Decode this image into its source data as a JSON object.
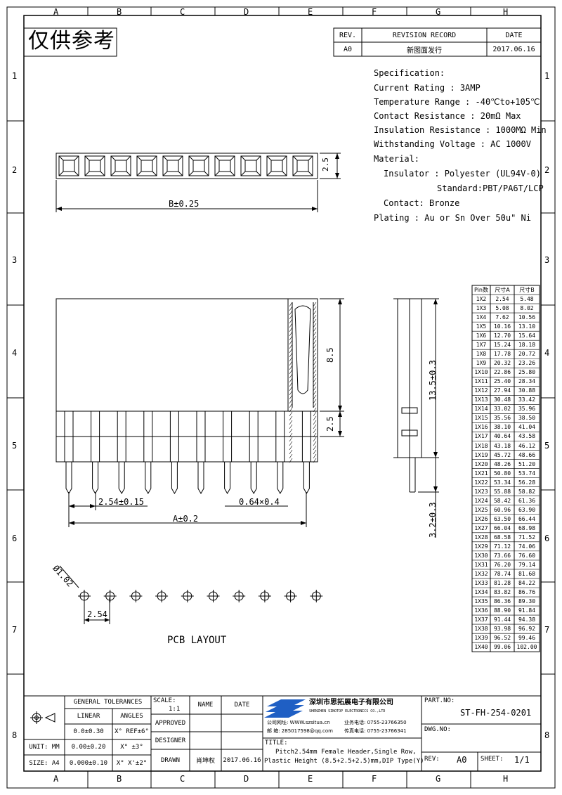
{
  "watermark": "仅供参考",
  "grid": {
    "cols": [
      "A",
      "B",
      "C",
      "D",
      "E",
      "F",
      "G",
      "H"
    ],
    "rows": [
      "1",
      "2",
      "3",
      "4",
      "5",
      "6",
      "7",
      "8"
    ]
  },
  "revision": {
    "rev_header": "REV.",
    "record_header": "REVISION RECORD",
    "date_header": "DATE",
    "rev": "A0",
    "record": "新图面发行",
    "date": "2017.06.16"
  },
  "specification": {
    "lines": [
      "Specification:",
      "Current Rating : 3AMP",
      "Temperature Range : -40℃to+105℃",
      "Contact Resistance : 20mΩ Max",
      "Insulation Resistance : 1000MΩ Min",
      "Withstanding Voltage : AC 1000V",
      "Material:",
      "Insulator : Polyester (UL94V-0)",
      "Standard:PBT/PA6T/LCP",
      "Contact: Bronze",
      "Plating : Au or Sn Over 50u\" Ni"
    ]
  },
  "dimensions": {
    "top_height": "2.5",
    "b_len": "B±0.25",
    "body_height": "8.5",
    "base_height": "2.5",
    "total_height": "13.5±0.3",
    "tail": "3.2±0.3",
    "pitch": "2.54±0.15",
    "pin_size": "0.64×0.4",
    "a_len": "A±0.2",
    "hole": "Ø1.02",
    "pcb_pitch": "2.54",
    "pcb_label": "PCB LAYOUT"
  },
  "pin_table": {
    "headers": [
      "Pin数",
      "尺寸A",
      "尺寸B"
    ],
    "rows": [
      [
        "1X2",
        "2.54",
        "5.48"
      ],
      [
        "1X3",
        "5.08",
        "8.02"
      ],
      [
        "1X4",
        "7.62",
        "10.56"
      ],
      [
        "1X5",
        "10.16",
        "13.10"
      ],
      [
        "1X6",
        "12.70",
        "15.64"
      ],
      [
        "1X7",
        "15.24",
        "18.18"
      ],
      [
        "1X8",
        "17.78",
        "20.72"
      ],
      [
        "1X9",
        "20.32",
        "23.26"
      ],
      [
        "1X10",
        "22.86",
        "25.80"
      ],
      [
        "1X11",
        "25.40",
        "28.34"
      ],
      [
        "1X12",
        "27.94",
        "30.88"
      ],
      [
        "1X13",
        "30.48",
        "33.42"
      ],
      [
        "1X14",
        "33.02",
        "35.96"
      ],
      [
        "1X15",
        "35.56",
        "38.50"
      ],
      [
        "1X16",
        "38.10",
        "41.04"
      ],
      [
        "1X17",
        "40.64",
        "43.58"
      ],
      [
        "1X18",
        "43.18",
        "46.12"
      ],
      [
        "1X19",
        "45.72",
        "48.66"
      ],
      [
        "1X20",
        "48.26",
        "51.20"
      ],
      [
        "1X21",
        "50.80",
        "53.74"
      ],
      [
        "1X22",
        "53.34",
        "56.28"
      ],
      [
        "1X23",
        "55.88",
        "58.82"
      ],
      [
        "1X24",
        "58.42",
        "61.36"
      ],
      [
        "1X25",
        "60.96",
        "63.90"
      ],
      [
        "1X26",
        "63.50",
        "66.44"
      ],
      [
        "1X27",
        "66.04",
        "68.98"
      ],
      [
        "1X28",
        "68.58",
        "71.52"
      ],
      [
        "1X29",
        "71.12",
        "74.06"
      ],
      [
        "1X30",
        "73.66",
        "76.60"
      ],
      [
        "1X31",
        "76.20",
        "79.14"
      ],
      [
        "1X32",
        "78.74",
        "81.68"
      ],
      [
        "1X33",
        "81.28",
        "84.22"
      ],
      [
        "1X34",
        "83.82",
        "86.76"
      ],
      [
        "1X35",
        "86.36",
        "89.30"
      ],
      [
        "1X36",
        "88.90",
        "91.84"
      ],
      [
        "1X37",
        "91.44",
        "94.38"
      ],
      [
        "1X38",
        "93.98",
        "96.92"
      ],
      [
        "1X39",
        "96.52",
        "99.46"
      ],
      [
        "1X40",
        "99.06",
        "102.00"
      ]
    ]
  },
  "title_block": {
    "general_tolerances": "GENERAL TOLERANCES",
    "linear": "LINEAR",
    "angles": "ANGLES",
    "lin1": "0.0±0.30",
    "ang1": "X° REF±6°",
    "unit": "UNIT: MM",
    "lin2": "0.00±0.20",
    "ang2": "X° ±3°",
    "size": "SIZE: A4",
    "lin3": "0.000±0.10",
    "ang3": "X° X'±2°",
    "scale_label": "SCALE:",
    "scale": "1:1",
    "name": "NAME",
    "date": "DATE",
    "approved": "APPROVED",
    "designer": "DESIGNER",
    "drawn": "DRAWN",
    "drawn_name": "肖坤权",
    "drawn_date": "2017.06.16",
    "company_cn": "深圳市思拓展电子有限公司",
    "company_en": "SHENZHEN SINOTOP ELECTRONICS CO.,LTD",
    "contact1": "公司网址: WWW.szsitua.cn",
    "contact2": "业务电话: 0755-23766350",
    "contact3": "邮 箱: 285017598@qq.com",
    "contact4": "传真电话: 0755-23766341",
    "title_label": "TITLE:",
    "title1": "Pitch2.54mm Female Header,Single Row,",
    "title2": "Plastic Height (8.5+2.5+2.5)mm,DIP Type(Y)",
    "part_no_label": "PART.NO:",
    "part_no": "ST-FH-254-0201",
    "dwg_no_label": "DWG.NO:",
    "rev_label": "REV:",
    "rev": "A0",
    "sheet_label": "SHEET:",
    "sheet": "1/1"
  }
}
